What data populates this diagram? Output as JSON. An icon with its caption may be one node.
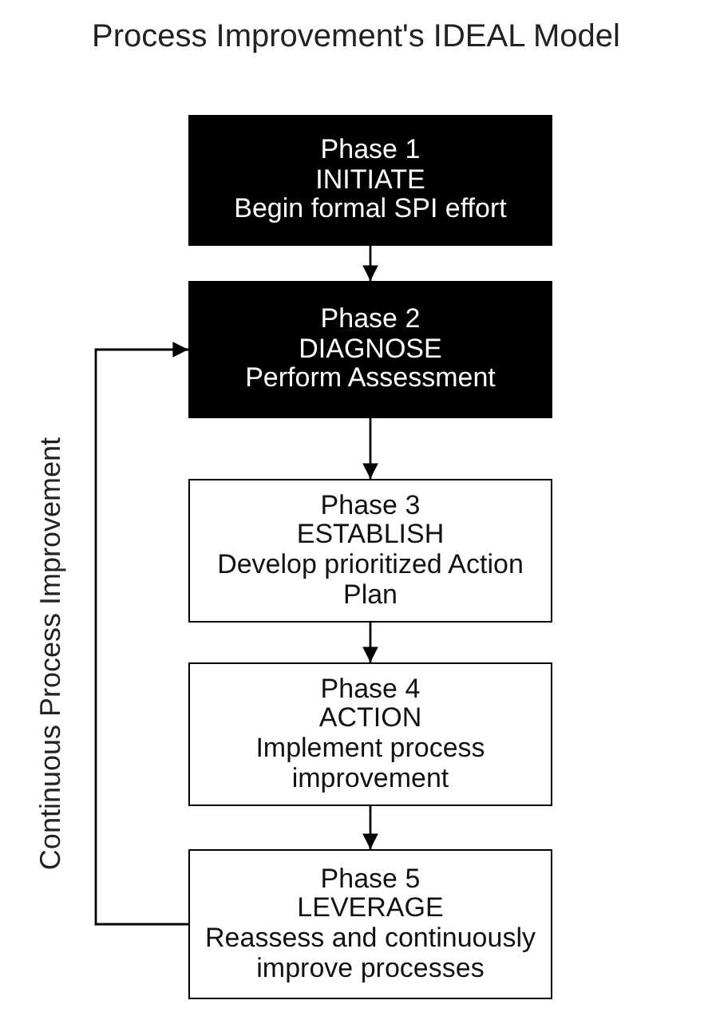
{
  "diagram": {
    "title": "Process Improvement's IDEAL Model",
    "nodes": [
      {
        "text": [
          "Phase 1",
          "INITIATE",
          "Begin formal SPI effort"
        ]
      },
      {
        "text": [
          "Phase 2",
          "DIAGNOSE",
          "Perform Assessment"
        ]
      },
      {
        "text": [
          "Phase 3",
          "ESTABLISH",
          "Develop prioritized Action Plan"
        ]
      },
      {
        "text": [
          "Phase 4",
          "ACTION",
          "Implement process improvement"
        ]
      },
      {
        "text": [
          "Phase 5",
          "LEVERAGE",
          "Reassess and continuously improve processes"
        ]
      }
    ],
    "edges": [
      {
        "from": 0,
        "to": 1,
        "arrow": "to"
      },
      {
        "from": 1,
        "to": 2,
        "arrow": "to"
      },
      {
        "from": 2,
        "to": 3,
        "arrow": "to"
      },
      {
        "from": 3,
        "to": 4,
        "arrow": "to"
      },
      {
        "from": 4,
        "to": 1,
        "arrow": "to"
      }
    ],
    "labels": [
      "Continuous Process Improvement"
    ]
  }
}
